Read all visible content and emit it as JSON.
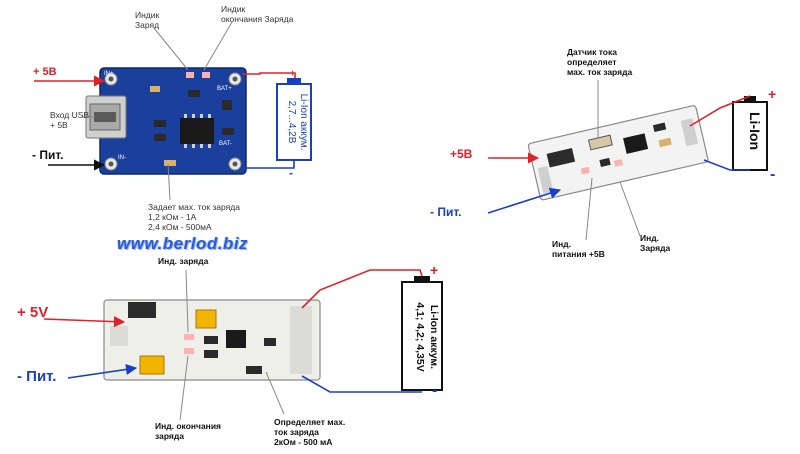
{
  "module1": {
    "ind_charge": "Индик\nЗаряд",
    "ind_end": "Индик\nокончания Заряда",
    "plus": "+ 5В",
    "usb_in": "Вход USB\n+ 5В",
    "minus": "- Пит.",
    "battery": "Li-Ion аккум.\n2,7...4,2В",
    "bat_plus": "+",
    "bat_minus": "-",
    "sets_current": "Задает мах. ток заряда\n1,2 кОм - 1А\n2,4 кОм - 500мА",
    "pcb_labels": [
      "IN+",
      "BAT+",
      "IN-",
      "BAT-"
    ]
  },
  "watermark": "www.berlod.biz",
  "module2": {
    "sensor": "Датчик тока\nопределяет\nмах. ток заряда",
    "plus": "+5В",
    "minus": "- Пит.",
    "battery": "Li-Ion",
    "bat_plus": "+",
    "bat_minus": "-",
    "ind_power": "Инд.\nпитания +5В",
    "ind_charge": "Инд.\nЗаряда"
  },
  "module3": {
    "ind_charge": "Инд. заряда",
    "plus": "+ 5V",
    "minus": "- Пит.",
    "battery": "Li-Ion аккум.\n4,1; 4,2; 4,35V",
    "bat_plus": "+",
    "bat_minus": "-",
    "ind_end": "Инд. окончания\nзаряда",
    "sets_current": "Определяет мах.\nток заряда\n2кОм - 500 мА"
  }
}
